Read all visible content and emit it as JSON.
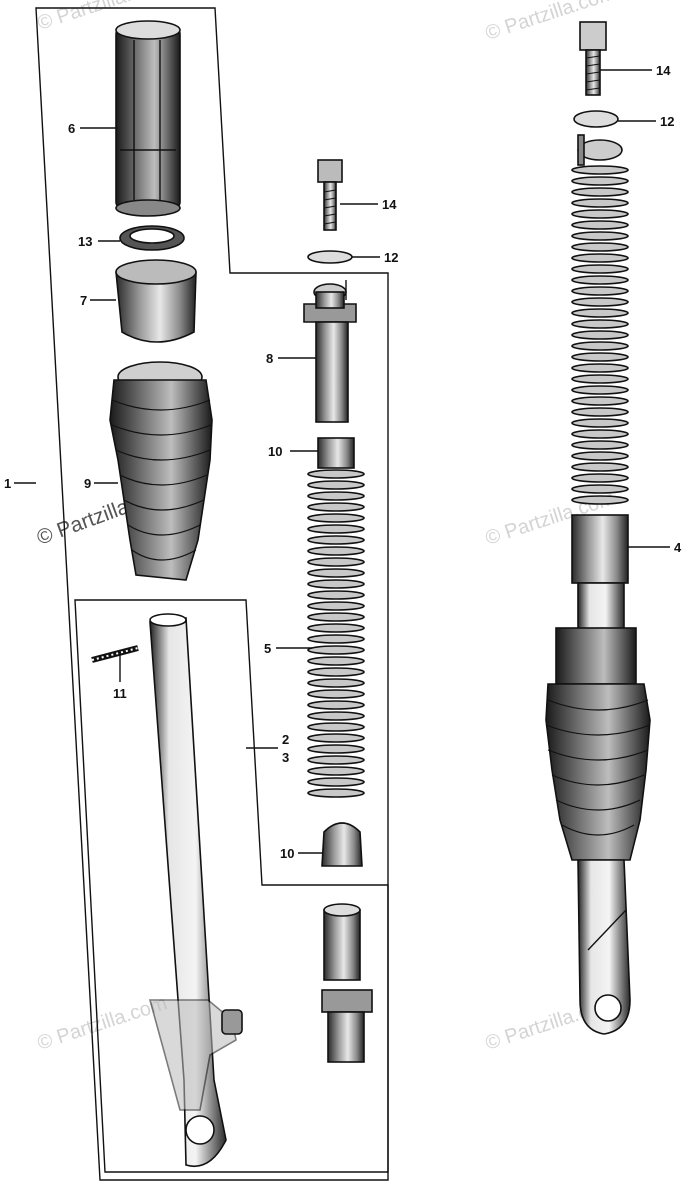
{
  "watermark": "© Partzilla.com",
  "callouts": {
    "c1": "1",
    "c2": "2",
    "c3": "3",
    "c4": "4",
    "c5": "5",
    "c6": "6",
    "c7": "7",
    "c8": "8",
    "c9": "9",
    "c10a": "10",
    "c10b": "10",
    "c11": "11",
    "c12a": "12",
    "c12b": "12",
    "c13": "13",
    "c14a": "14",
    "c14b": "14"
  },
  "colors": {
    "ink": "#111111",
    "paper": "#ffffff",
    "watermark": "#d4d4d4"
  }
}
